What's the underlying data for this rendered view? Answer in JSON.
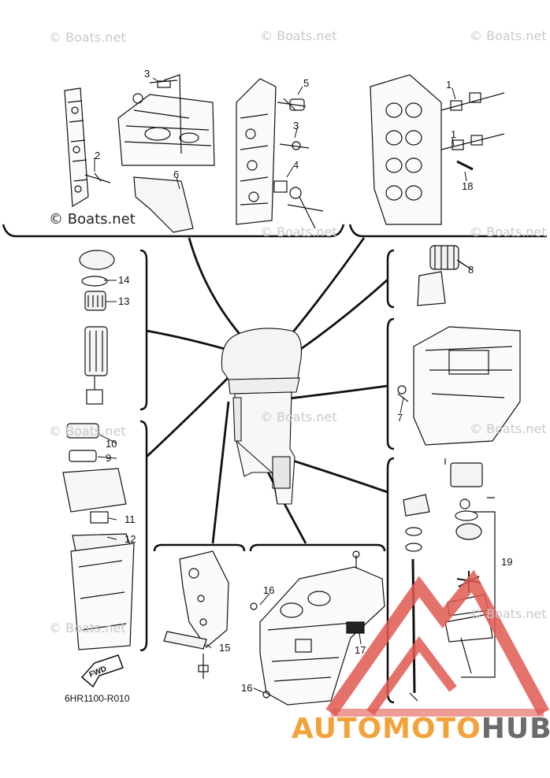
{
  "watermarks": [
    "© Boats.net",
    "© Boats.net",
    "© Boats.net",
    "© Boats.net",
    "© Boats.net",
    "© Boats.net",
    "© Boats.net",
    "© Boats.net",
    "© Boats.net",
    "© Boats.net",
    "© Boats.net"
  ],
  "callouts": {
    "c1a": "1",
    "c1b": "1",
    "c2": "2",
    "c3a": "3",
    "c3b": "3",
    "c4": "4",
    "c5": "5",
    "c6": "6",
    "c7": "7",
    "c8": "8",
    "c9": "9",
    "c10": "10",
    "c11": "11",
    "c12": "12",
    "c13": "13",
    "c14": "14",
    "c15": "15",
    "c16a": "16",
    "c16b": "16",
    "c17": "17",
    "c18": "18",
    "c19": "19"
  },
  "fwd_label": "FWD",
  "diagram_code": "6HR1100-R010",
  "brand": {
    "part1": "AUTOMOTO",
    "part2": "HUB"
  },
  "colors": {
    "line": "#111111",
    "watermark": "#c9c9c9",
    "brand_orange": "#f2a23a",
    "brand_gray": "#6b6b6b",
    "logo_red": "#e05a52"
  }
}
